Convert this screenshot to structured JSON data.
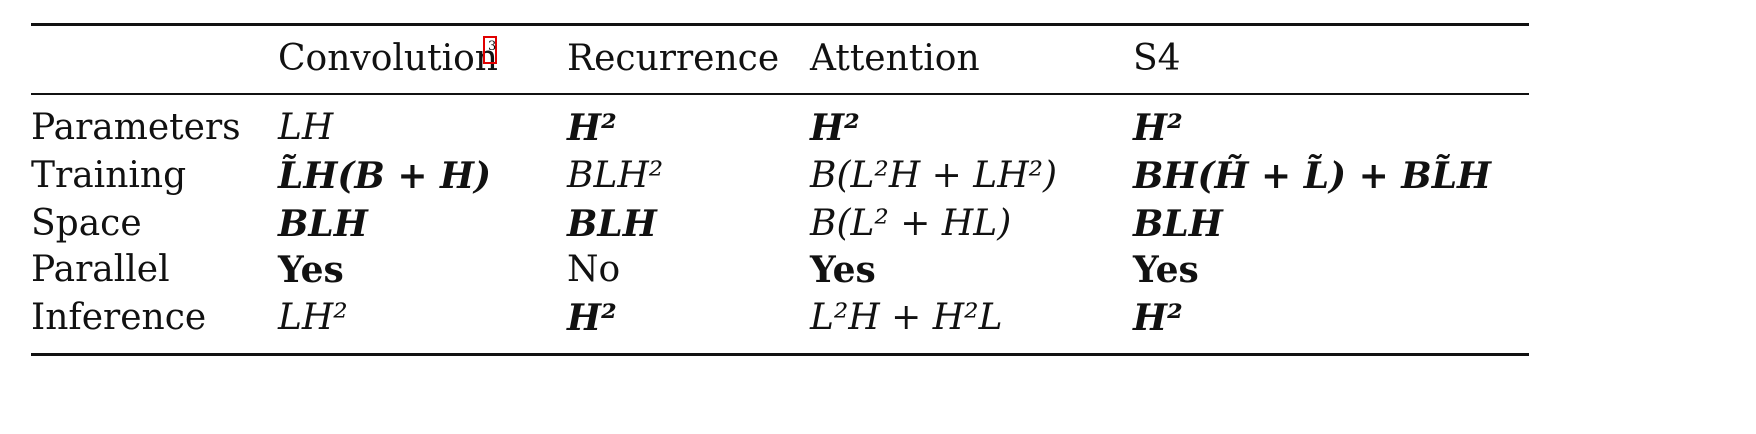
{
  "table": {
    "header": [
      "",
      "Convolution",
      "Recurrence",
      "Attention",
      "S4"
    ],
    "footnote_mark": "3",
    "rows": [
      {
        "label": "Parameters",
        "cells": [
          "LH",
          "H²",
          "H²",
          "H²"
        ],
        "styles": [
          "it",
          "bi",
          "bi",
          "bi"
        ]
      },
      {
        "label": "Training",
        "cells": [
          "L̃H(B + H)",
          "BLH²",
          "B(L²H + LH²)",
          "BH(H̃ + L̃) + BL̃H"
        ],
        "styles": [
          "bi",
          "it",
          "it",
          "bi"
        ]
      },
      {
        "label": "Space",
        "cells": [
          "BLH",
          "BLH",
          "B(L² + HL)",
          "BLH"
        ],
        "styles": [
          "bi",
          "bi",
          "it",
          "bi"
        ]
      },
      {
        "label": "Parallel",
        "cells": [
          "Yes",
          "No",
          "Yes",
          "Yes"
        ],
        "styles": [
          "b",
          "",
          "b",
          "b"
        ]
      },
      {
        "label": "Inference",
        "cells": [
          "LH²",
          "H²",
          "L²H + H²L",
          "H²"
        ],
        "styles": [
          "it",
          "bi",
          "it",
          "bi"
        ]
      }
    ]
  }
}
